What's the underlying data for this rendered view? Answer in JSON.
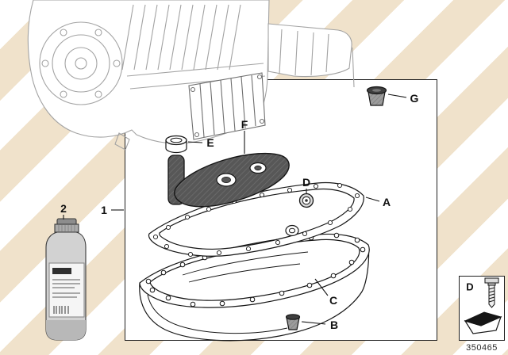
{
  "part_number": "350465",
  "callouts": {
    "kit": "1",
    "oil_bottle": "2",
    "gasket": "A",
    "drain_plug": "B",
    "oil_pan": "C",
    "seal_ring": "D",
    "filler_cap": "E",
    "oil_filter": "F",
    "fill_plug": "G"
  },
  "inset": {
    "label": "D",
    "icons": [
      "screw-icon",
      "direction-arrow-icon"
    ]
  },
  "colors": {
    "stripe": "#f0e2cb",
    "box_border": "#1f1f1f",
    "line": "#161616",
    "faded_drawing": "#a3a3a3",
    "filter_body": "#575757"
  }
}
